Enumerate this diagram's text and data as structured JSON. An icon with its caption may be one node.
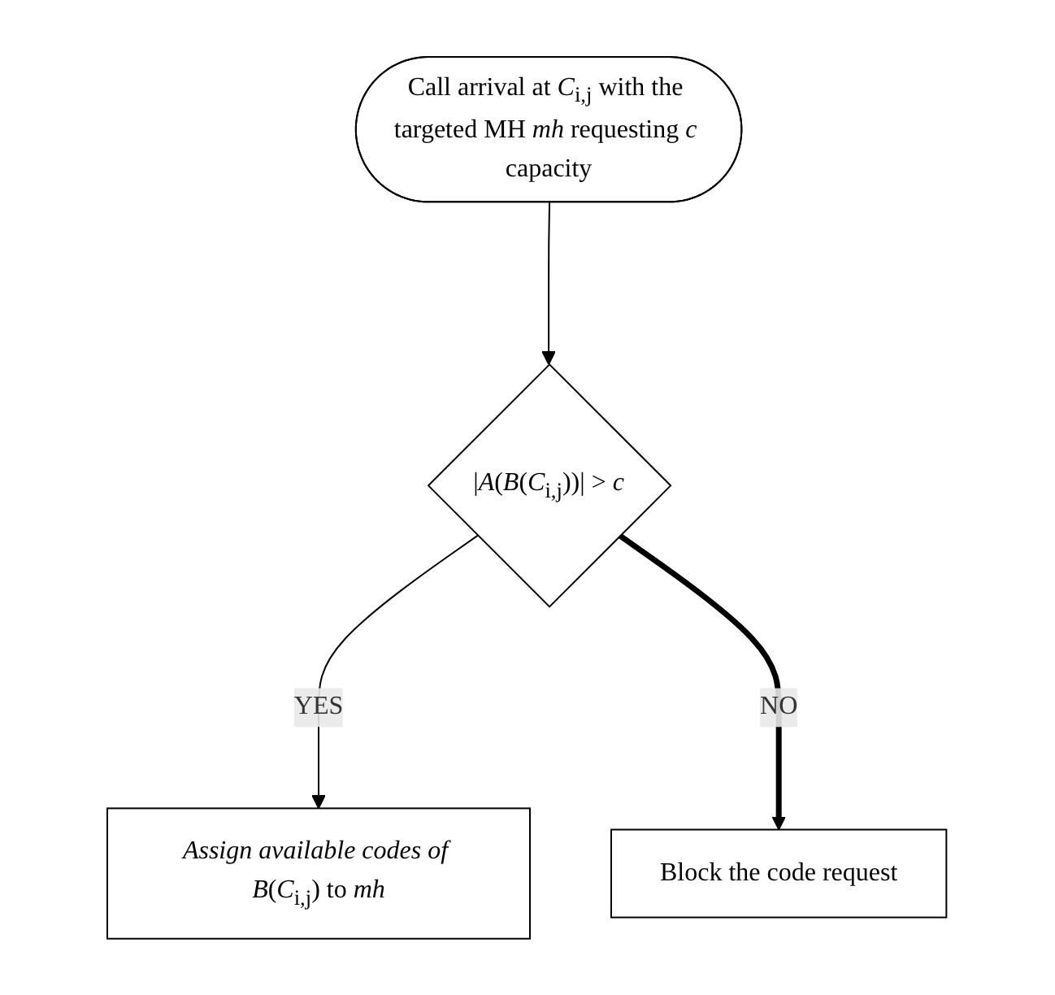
{
  "diagram": {
    "nodes": [
      {
        "text": [
          "Call arrival at *C*$_{i,j}$ with the targeted MH *mh* requesting *c* capacity"
        ]
      },
      {
        "text": [
          "|*A*(*B*(*C*$_{i,j}$))| > *c*"
        ]
      },
      {
        "text": [
          "*Assign available codes of B*(*C*$_{i,j}$) to *mh*"
        ]
      },
      {
        "text": [
          "Block the code request"
        ]
      }
    ],
    "edges": [
      {
        "from": 0,
        "to": 1,
        "arrow": "to"
      },
      {
        "from": 1,
        "to": 2,
        "arrow": "to",
        "label": "YES"
      },
      {
        "from": 1,
        "to": 3,
        "arrow": "to",
        "label": "NO",
        "style": "thick"
      }
    ]
  }
}
